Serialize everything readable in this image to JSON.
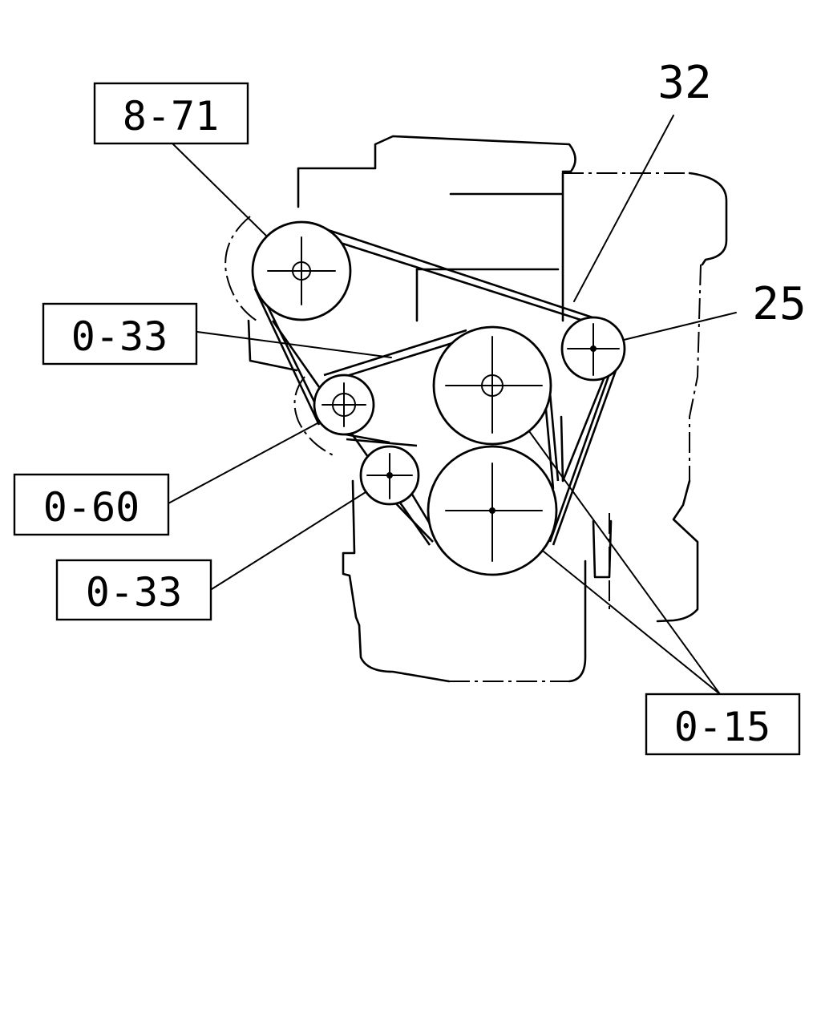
{
  "callouts": {
    "c8_71": "8-71",
    "c32": "32",
    "c25": "25",
    "c0_33_top": "0-33",
    "c0_60": "0-60",
    "c0_33_bottom": "0-33",
    "c0_15": "0-15"
  }
}
